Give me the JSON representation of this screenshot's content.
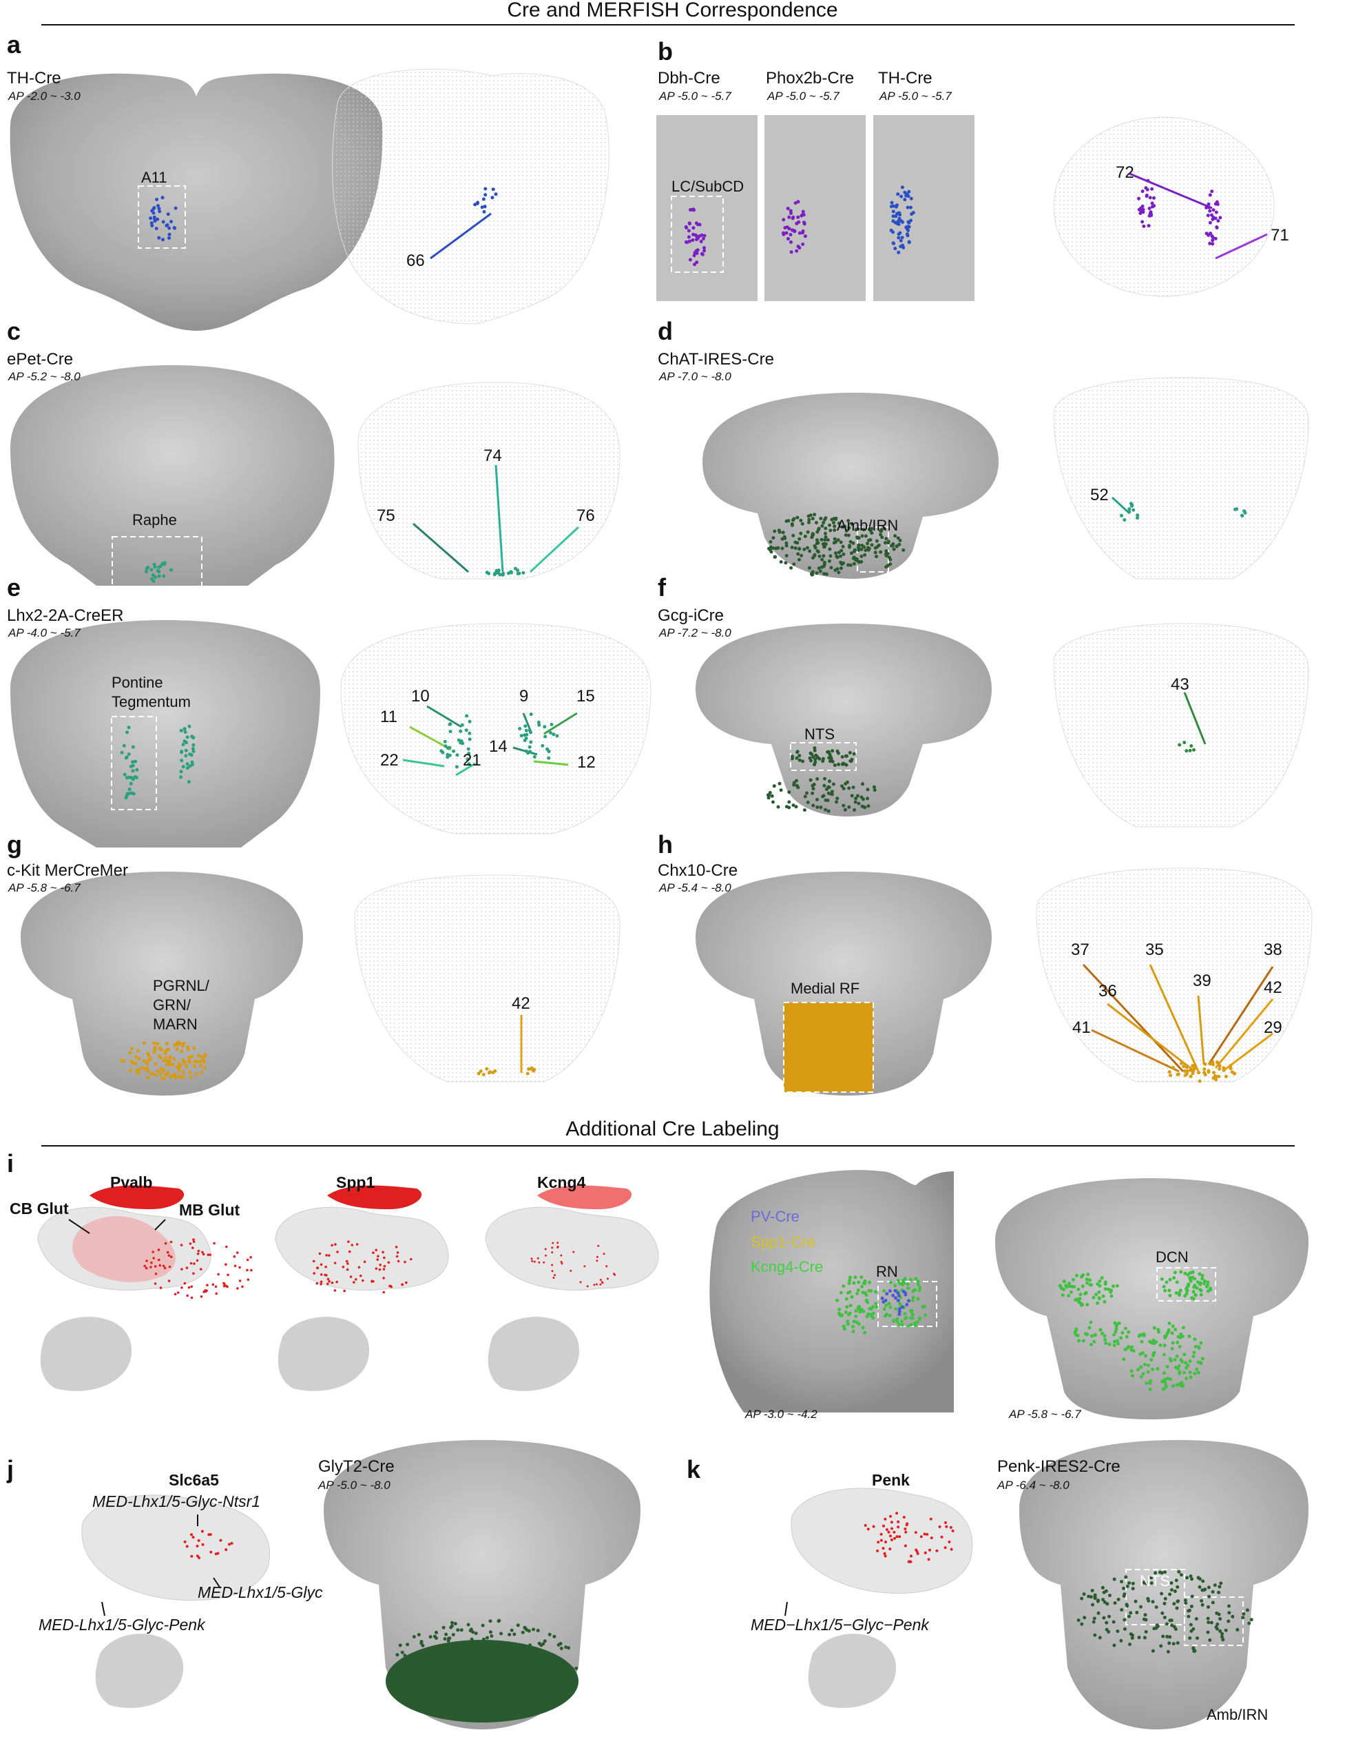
{
  "sections": {
    "top": "Cre and MERFISH Correspondence",
    "bottom": "Additional Cre Labeling"
  },
  "panels": {
    "a": {
      "letter": "a",
      "strain": "TH-Cre",
      "ap": "AP -2.0 ~ -3.0",
      "region": "A11",
      "clusters": [
        "66"
      ]
    },
    "b": {
      "letter": "b",
      "strains": [
        "Dbh-Cre",
        "Phox2b-Cre",
        "TH-Cre"
      ],
      "aps": [
        "AP -5.0 ~ -5.7",
        "AP -5.0 ~ -5.7",
        "AP -5.0 ~ -5.7"
      ],
      "region": "LC/SubCD",
      "clusters": [
        "72",
        "71"
      ]
    },
    "c": {
      "letter": "c",
      "strain": "ePet-Cre",
      "ap": "AP -5.2 ~ -8.0",
      "region": "Raphe",
      "clusters": [
        "74",
        "75",
        "76"
      ]
    },
    "d": {
      "letter": "d",
      "strain": "ChAT-IRES-Cre",
      "ap": "AP -7.0 ~ -8.0",
      "region": "Amb/IRN",
      "clusters": [
        "52"
      ]
    },
    "e": {
      "letter": "e",
      "strain": "Lhx2-2A-CreER",
      "ap": "AP -4.0 ~ -5.7",
      "region1": "Pontine",
      "region2": "Tegmentum",
      "clusters": [
        "10",
        "9",
        "15",
        "11",
        "14",
        "12",
        "22",
        "21"
      ]
    },
    "f": {
      "letter": "f",
      "strain": "Gcg-iCre",
      "ap": "AP -7.2 ~ -8.0",
      "region": "NTS",
      "clusters": [
        "43"
      ]
    },
    "g": {
      "letter": "g",
      "strain": "c-Kit MerCreMer",
      "ap": "AP -5.8 ~ -6.7",
      "region1": "PGRNL/",
      "region2": "GRN/",
      "region3": "MARN",
      "clusters": [
        "42"
      ]
    },
    "h": {
      "letter": "h",
      "strain": "Chx10-Cre",
      "ap": "AP -5.4 ~ -8.0",
      "region": "Medial RF",
      "clusters": [
        "37",
        "35",
        "38",
        "36",
        "39",
        "42",
        "41",
        "29"
      ]
    },
    "i": {
      "letter": "i",
      "genes": [
        "Pvalb",
        "Spp1",
        "Kcng4"
      ],
      "cb": "CB Glut",
      "mb": "MB Glut",
      "legend": [
        "PV-Cre",
        "Spp1-Cre",
        "Kcng4-Cre"
      ],
      "rn": "RN",
      "dcn": "DCN",
      "ap1": "AP -3.0 ~ -4.2",
      "ap2": "AP -5.8 ~ -6.7"
    },
    "j": {
      "letter": "j",
      "gene": "Slc6a5",
      "strain": "GlyT2-Cre",
      "ap": "AP -5.0 ~ -8.0",
      "types": [
        "MED-Lhx1/5-Glyc-Ntsr1",
        "MED-Lhx1/5-Glyc",
        "MED-Lhx1/5-Glyc-Penk"
      ]
    },
    "k": {
      "letter": "k",
      "gene": "Penk",
      "strain": "Penk-IRES2-Cre",
      "ap": "AP -6.4 ~ -8.0",
      "type": "MED−Lhx1/5−Glyc−Penk",
      "nts": "NTS",
      "amb": "Amb/IRN"
    }
  },
  "colors": {
    "blue": "#2a4fc4",
    "purple": "#7a1fc4",
    "teal": "#2aa080",
    "green": "#2f8a3c",
    "darkgreen": "#2a5a30",
    "orange": "#d89a10",
    "red": "#e02020",
    "brain": "#9a9a9a"
  }
}
